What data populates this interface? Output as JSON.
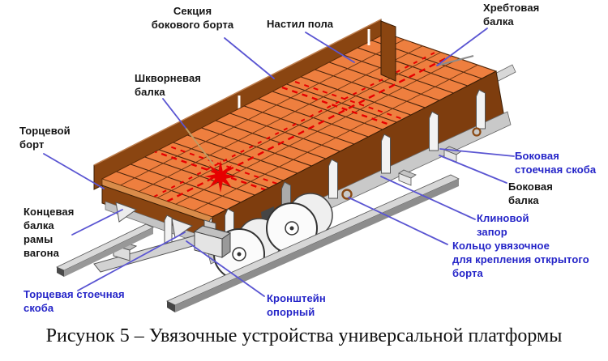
{
  "figure": {
    "caption": "Рисунок 5 – Увязочные устройства универсальной платформы",
    "labels": {
      "side_board_section": {
        "text": "Секция\nбокового борта",
        "color": "black"
      },
      "floor_decking": {
        "text": "Настил пола",
        "color": "black"
      },
      "spine_beam": {
        "text": "Хребтовая\nбалка",
        "color": "black"
      },
      "pivot_beam": {
        "text": "Шкворневая\nбалка",
        "color": "black"
      },
      "end_board": {
        "text": "Торцевой\nборт",
        "color": "black"
      },
      "end_frame_beam": {
        "text": "Концевая\nбалка\nрамы\nвагона",
        "color": "black"
      },
      "end_stanchion_bracket": {
        "text": "Торцевая стоечная\nскоба",
        "color": "blue"
      },
      "side_stanchion_bracket": {
        "text": "Боковая\nстоечная скоба",
        "color": "blue"
      },
      "side_beam": {
        "text": "Боковая\nбалка",
        "color": "black"
      },
      "wedge_lock": {
        "text": "Клиновой\nзапор",
        "color": "blue"
      },
      "tying_ring": {
        "text": "Кольцо увязочное\nдля крепления открытого\nборта",
        "color": "blue"
      },
      "support_bracket": {
        "text": "Кронштейн\nопорный",
        "color": "blue"
      }
    },
    "colors": {
      "label_black": "#141414",
      "label_blue": "#2424c8",
      "leader_line_blue": "#5a55d2",
      "deck_orange": "#ee7f3f",
      "board_brown": "#8a4511",
      "marking_red": "#e60000",
      "metal_gray": "#d6d6d6"
    }
  }
}
